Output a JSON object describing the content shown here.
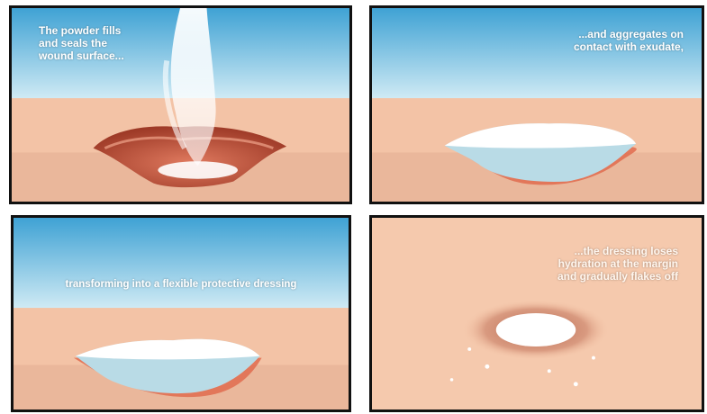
{
  "colors": {
    "sky_top": "#4aa7d6",
    "sky_bottom": "#c9e8f4",
    "skin": "#f3c3a6",
    "skin_dark": "#eab79b",
    "wound_red": "#b84a34",
    "dressing_white": "#ffffff",
    "dressing_blue": "#b9dbe6",
    "panel_border": "#111111"
  },
  "panels": [
    {
      "caption": "The powder fills\nand seals the\nwound surface..."
    },
    {
      "caption": "...and aggregates on\ncontact with exudate,"
    },
    {
      "caption": "transforming into a flexible protective dressing"
    },
    {
      "caption": "...the dressing loses\nhydration at the margin\nand gradually flakes off"
    }
  ]
}
